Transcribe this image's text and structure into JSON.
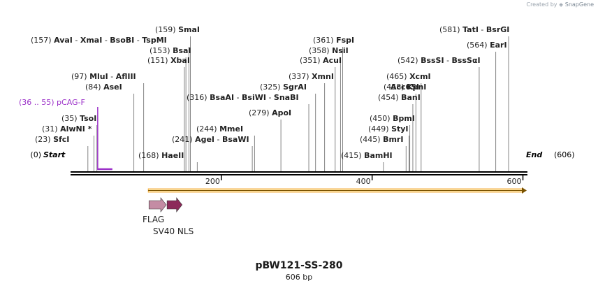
{
  "credit": {
    "prefix": "Created by",
    "brand": "SnapGene"
  },
  "map": {
    "name": "pBW121-SS-280",
    "length_label": "606 bp",
    "length": 606,
    "start_label": {
      "pos": "(0)",
      "text": "Start"
    },
    "end_label": {
      "text": "End",
      "pos": "(606)"
    },
    "ruler_ticks": [
      "200",
      "400",
      "600"
    ],
    "ruler_tick_values": [
      200,
      400,
      600
    ],
    "primer": {
      "name": "pCAG-F",
      "range": "(36 .. 55)",
      "start": 36,
      "end": 55,
      "color": "#9b30c8"
    },
    "orf": {
      "start": 103,
      "end": 606,
      "direction": "forward",
      "color": "#f0a020"
    },
    "features": [
      {
        "name": "FLAG",
        "start": 104,
        "end": 127,
        "color": "#c48ca4"
      },
      {
        "name": "SV40 NLS",
        "start": 128,
        "end": 148,
        "color": "#8c2a5a"
      }
    ],
    "sites": [
      {
        "pos": "(23)",
        "names": [
          "SfcI"
        ],
        "cut": 23
      },
      {
        "pos": "(31)",
        "names": [
          "AlwNI *"
        ],
        "cut": 31
      },
      {
        "pos": "(35)",
        "names": [
          "TsoI"
        ],
        "cut": 35
      },
      {
        "pos": "(84)",
        "names": [
          "AseI"
        ],
        "cut": 84
      },
      {
        "pos": "(97)",
        "names": [
          "MluI",
          "AflIII"
        ],
        "cut": 97
      },
      {
        "pos": "(151)",
        "names": [
          "XbaI"
        ],
        "cut": 151
      },
      {
        "pos": "(153)",
        "names": [
          "BsaI"
        ],
        "cut": 153
      },
      {
        "pos": "(157)",
        "names": [
          "AvaI",
          "XmaI",
          "BsoBI",
          "TspMI"
        ],
        "cut": 157
      },
      {
        "pos": "(159)",
        "names": [
          "SmaI"
        ],
        "cut": 159
      },
      {
        "pos": "(168)",
        "names": [
          "HaeII"
        ],
        "cut": 168
      },
      {
        "pos": "(241)",
        "names": [
          "AgeI",
          "BsaWI"
        ],
        "cut": 241
      },
      {
        "pos": "(244)",
        "names": [
          "MmeI"
        ],
        "cut": 244
      },
      {
        "pos": "(279)",
        "names": [
          "ApoI"
        ],
        "cut": 279
      },
      {
        "pos": "(316)",
        "names": [
          "BsaAI",
          "BsiWI",
          "SnaBI"
        ],
        "cut": 316
      },
      {
        "pos": "(325)",
        "names": [
          "SgrAI"
        ],
        "cut": 325
      },
      {
        "pos": "(337)",
        "names": [
          "XmnI"
        ],
        "cut": 337
      },
      {
        "pos": "(351)",
        "names": [
          "AcuI"
        ],
        "cut": 351
      },
      {
        "pos": "(358)",
        "names": [
          "NsiI"
        ],
        "cut": 358
      },
      {
        "pos": "(361)",
        "names": [
          "FspI"
        ],
        "cut": 361
      },
      {
        "pos": "(415)",
        "names": [
          "BamHI"
        ],
        "cut": 415
      },
      {
        "pos": "(445)",
        "names": [
          "BmrI"
        ],
        "cut": 445
      },
      {
        "pos": "(449)",
        "names": [
          "StyI"
        ],
        "cut": 449
      },
      {
        "pos": "(450)",
        "names": [
          "BpmI"
        ],
        "cut": 450
      },
      {
        "pos": "(454)",
        "names": [
          "BanI",
          "Acc65I"
        ],
        "cut": 454
      },
      {
        "pos": "(458)",
        "names": [
          "KpnI"
        ],
        "cut": 458
      },
      {
        "pos": "(465)",
        "names": [
          "XcmI"
        ],
        "cut": 465
      },
      {
        "pos": "(542)",
        "names": [
          "BssSI",
          "BssSαI"
        ],
        "cut": 542
      },
      {
        "pos": "(564)",
        "names": [
          "EarI"
        ],
        "cut": 564
      },
      {
        "pos": "(581)",
        "names": [
          "TatI",
          "BsrGI"
        ],
        "cut": 581
      }
    ]
  }
}
